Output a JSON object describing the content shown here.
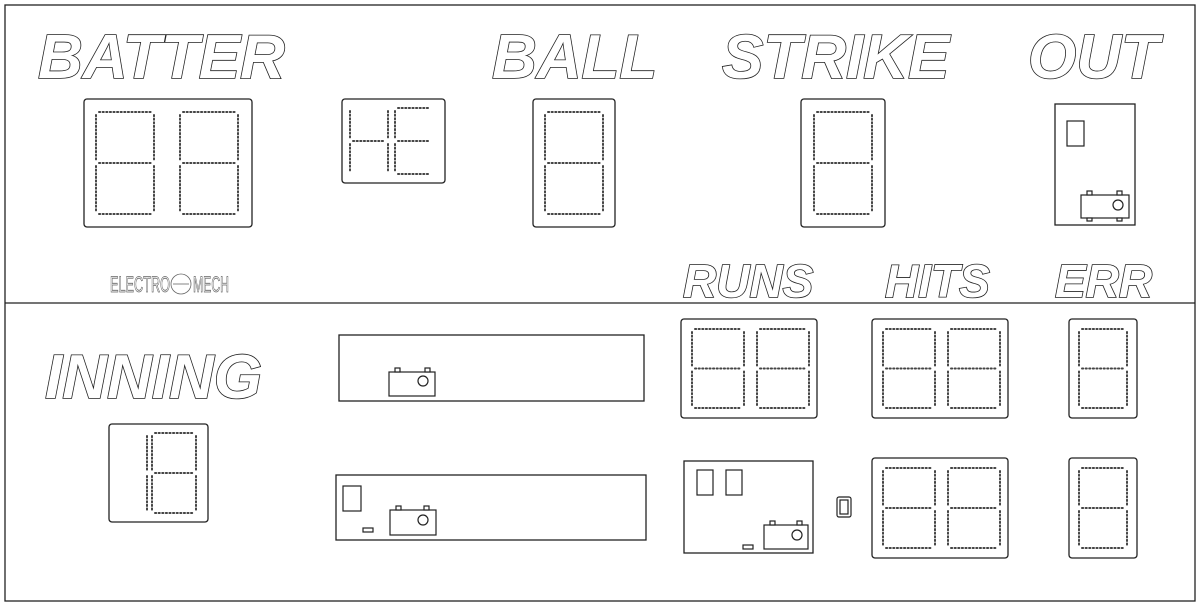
{
  "labels": {
    "batter": "BATTER",
    "ball": "BALL",
    "strike": "STRIKE",
    "out": "OUT",
    "runs": "RUNS",
    "hits": "HITS",
    "err": "ERR",
    "inning": "INNING"
  },
  "logo": {
    "text_left": "ELECTRO",
    "text_right": "MECH"
  },
  "displays": {
    "batter": "88",
    "he": "HE",
    "ball": "8",
    "strike": "8",
    "inning": "18",
    "runs_top": "88",
    "runs_bottom": "",
    "hits_top": "88",
    "hits_bottom": "88",
    "err_top": "8",
    "err_bottom": "8"
  },
  "colors": {
    "outline": "#222222",
    "segment": "#444444",
    "background": "#ffffff"
  }
}
